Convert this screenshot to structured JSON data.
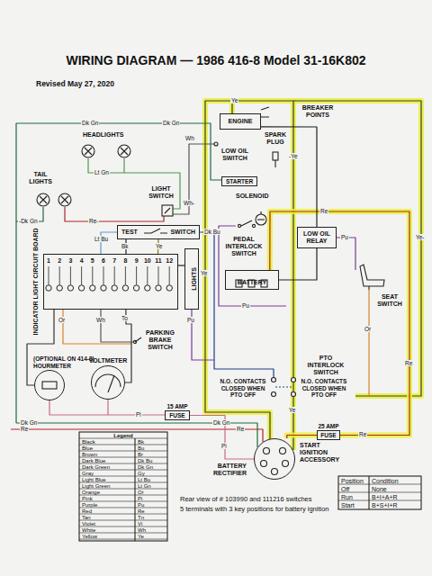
{
  "diagram": {
    "title": "WIRING DIAGRAM — 1986 416-8 Model 31-16K802",
    "nodes": [
      {
        "text": [
          "TEST",
          "SWITCH"
        ]
      },
      {
        "text": [
          "INDICATOR LIGHT CIRCUIT BOARD"
        ]
      },
      {
        "text": [
          "LIGHTS"
        ]
      },
      {
        "text": [
          "(OPTIONAL ON 414-8)",
          "HOURMETER"
        ]
      },
      {
        "text": [
          "VOLTMETER"
        ]
      },
      {
        "text": [
          "ENGINE"
        ]
      },
      {
        "text": [
          "STARTER"
        ]
      },
      {
        "text": [
          "LOW OIL RELAY"
        ]
      },
      {
        "text": [
          "BATTERY"
        ]
      },
      {
        "text": [
          "15 AMP",
          "FUSE"
        ]
      },
      {
        "text": [
          "25 AMP",
          "FUSE"
        ]
      },
      {
        "text": [
          "START",
          "IGNITION",
          "ACCESSORY"
        ]
      }
    ],
    "edges": [
      {
        "from": 11,
        "to": 9,
        "arrow": "none"
      },
      {
        "from": 11,
        "to": 10,
        "arrow": "none"
      },
      {
        "from": 10,
        "to": 8,
        "arrow": "none"
      },
      {
        "from": 8,
        "to": 7,
        "arrow": "none"
      },
      {
        "from": 7,
        "to": 5,
        "arrow": "none"
      },
      {
        "from": 0,
        "to": 1,
        "arrow": "none"
      },
      {
        "from": 1,
        "to": 2,
        "arrow": "none"
      },
      {
        "from": 1,
        "to": 3,
        "arrow": "none"
      },
      {
        "from": 1,
        "to": 4,
        "arrow": "none"
      }
    ],
    "labels": [
      "Revised May 27, 2020",
      "HEADLIGHTS",
      "TAIL LIGHTS",
      "LIGHT SWITCH",
      "PARKING BRAKE SWITCH",
      "BREAKER POINTS",
      "SPARK PLUG",
      "LOW OIL SWITCH",
      "SOLENOID",
      "PEDAL INTERLOCK SWITCH",
      "SEAT SWITCH",
      "PTO INTERLOCK SWITCH",
      "N.O. CONTACTS CLOSED WHEN PTO OFF",
      "N.O. CONTACTS CLOSED WHEN PTO OFF",
      "BATTERY RECTIFIER",
      "Rear view of # 103990 and 111216 switches",
      "5 terminals with 3 key positions for battery ignition",
      "1",
      "2",
      "3",
      "4",
      "5",
      "6",
      "7",
      "8",
      "9",
      "10",
      "11",
      "12",
      "Legend",
      "Black",
      "Bk",
      "Blue",
      "Bu",
      "Brown",
      "Br",
      "Dark Blue",
      "Dk Bu",
      "Dark Green",
      "Dk Gn",
      "Gray",
      "Gy",
      "Light Blue",
      "Lt Bu",
      "Light Green",
      "Lt Gn",
      "Orange",
      "Or",
      "Pink",
      "Pi",
      "Purple",
      "Pu",
      "Red",
      "Re",
      "Tan",
      "Tn",
      "Violet",
      "Vi",
      "White",
      "Wh",
      "Yellow",
      "Ye",
      "Position",
      "Condition",
      "Off",
      "None",
      "Run",
      "B+I+A+R",
      "Start",
      "B+S+I+R",
      "Dk Gn",
      "Dk Gn",
      "Lt Gn",
      "Wh-",
      "-Dk Gn",
      "Re-",
      "Lt Bu",
      "Dk Bu",
      "Bk",
      "Ye",
      "Or",
      "To",
      "Wh",
      "Pu",
      "Pi",
      "Dk Gn",
      "Re",
      "Dk Gn",
      "Re",
      "Pi",
      "Ye",
      "Wh",
      "Ye",
      "-Ye",
      "Re",
      "Ye-",
      "Re",
      "Pu",
      "Pu",
      "Or",
      "Ye",
      "Re"
    ]
  }
}
